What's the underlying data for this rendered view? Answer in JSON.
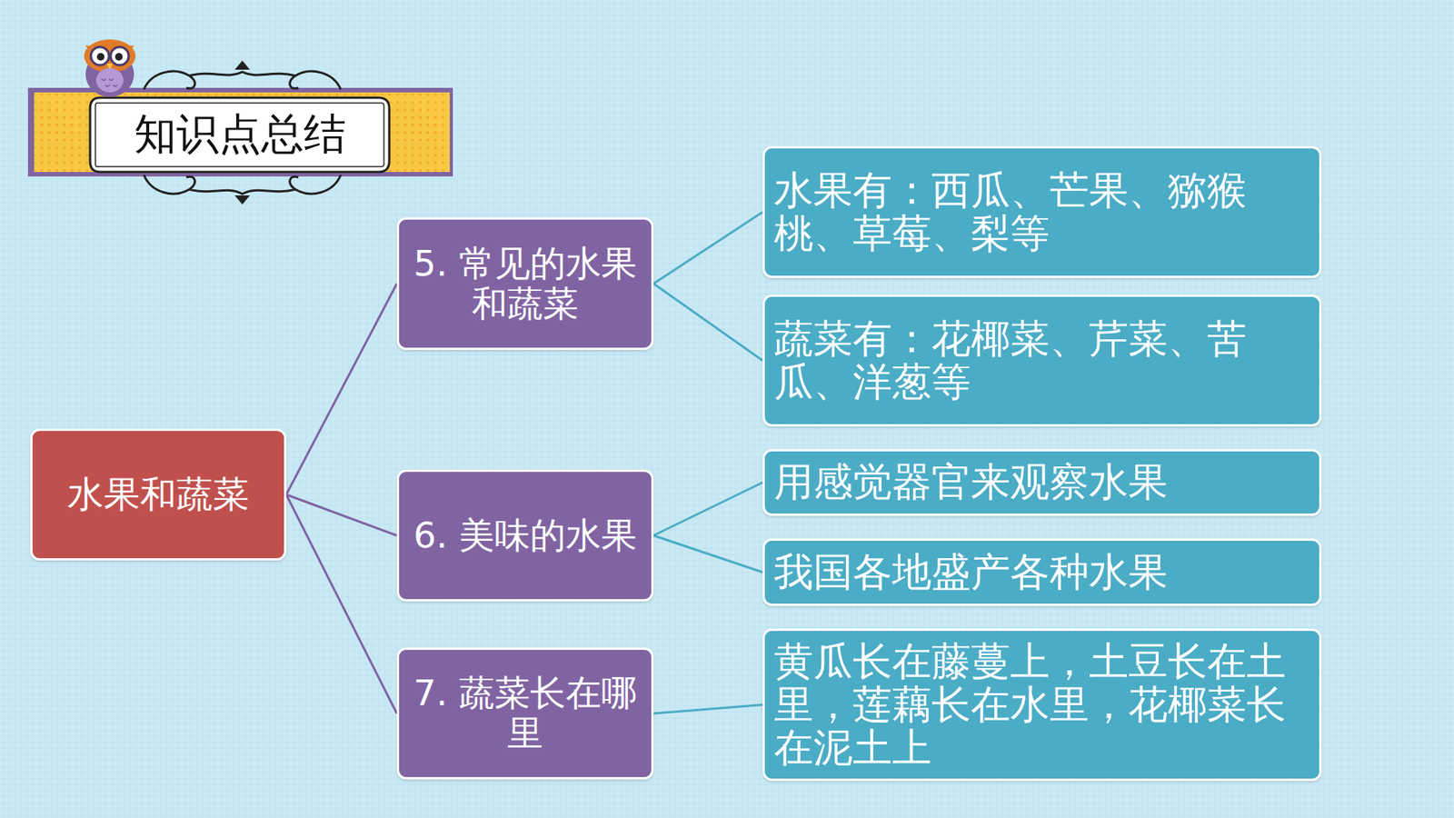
{
  "diagram": {
    "title": "知识点总结",
    "nodes": [
      {
        "text": [
          "水果和蔬菜"
        ]
      },
      {
        "text": [
          "5. 常见的水果和蔬菜"
        ]
      },
      {
        "text": [
          "水果有：西瓜、芒果、猕猴桃、草莓、梨等"
        ]
      },
      {
        "text": [
          "蔬菜有：花椰菜、芹菜、苦瓜、洋葱等"
        ]
      },
      {
        "text": [
          "6. 美味的水果"
        ]
      },
      {
        "text": [
          "用感觉器官来观察水果"
        ]
      },
      {
        "text": [
          "我国各地盛产各种水果"
        ]
      },
      {
        "text": [
          "7. 蔬菜长在哪里"
        ]
      },
      {
        "text": [
          "黄瓜长在藤蔓上，土豆长在土里，莲藕长在水里，花椰菜长在泥土上"
        ]
      }
    ],
    "edges": [
      {
        "from": 0,
        "to": 1,
        "arrow": "none"
      },
      {
        "from": 0,
        "to": 4,
        "arrow": "none"
      },
      {
        "from": 0,
        "to": 7,
        "arrow": "none"
      },
      {
        "from": 1,
        "to": 2,
        "arrow": "none"
      },
      {
        "from": 1,
        "to": 3,
        "arrow": "none"
      },
      {
        "from": 4,
        "to": 5,
        "arrow": "none"
      },
      {
        "from": 4,
        "to": 6,
        "arrow": "none"
      },
      {
        "from": 7,
        "to": 8,
        "arrow": "none"
      }
    ]
  }
}
